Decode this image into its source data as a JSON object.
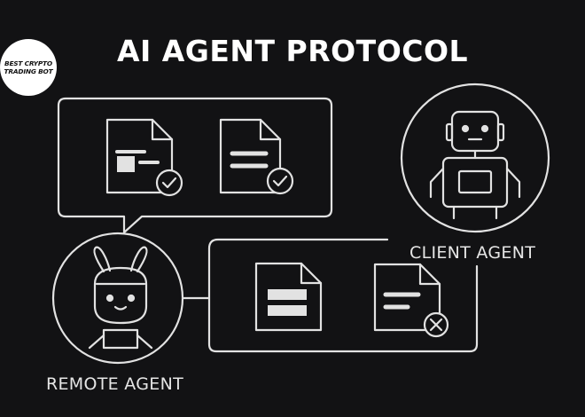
{
  "title": "AI AGENT PROTOCOL",
  "logo": {
    "line1": "BEST CRYPTO",
    "line2": "TRADING BOT"
  },
  "client_agent_label": "CLIENT AGENT",
  "remote_agent_label": "REMOTE AGENT",
  "colors": {
    "background": "#121214",
    "stroke": "#e2e2e2",
    "text": "#ffffff"
  },
  "icons": {
    "top_panel": [
      "document-check-icon",
      "document-check-icon"
    ],
    "bottom_panel": [
      "document-icon",
      "document-reject-icon"
    ],
    "client": "robot-icon",
    "remote": "bunny-robot-icon"
  }
}
